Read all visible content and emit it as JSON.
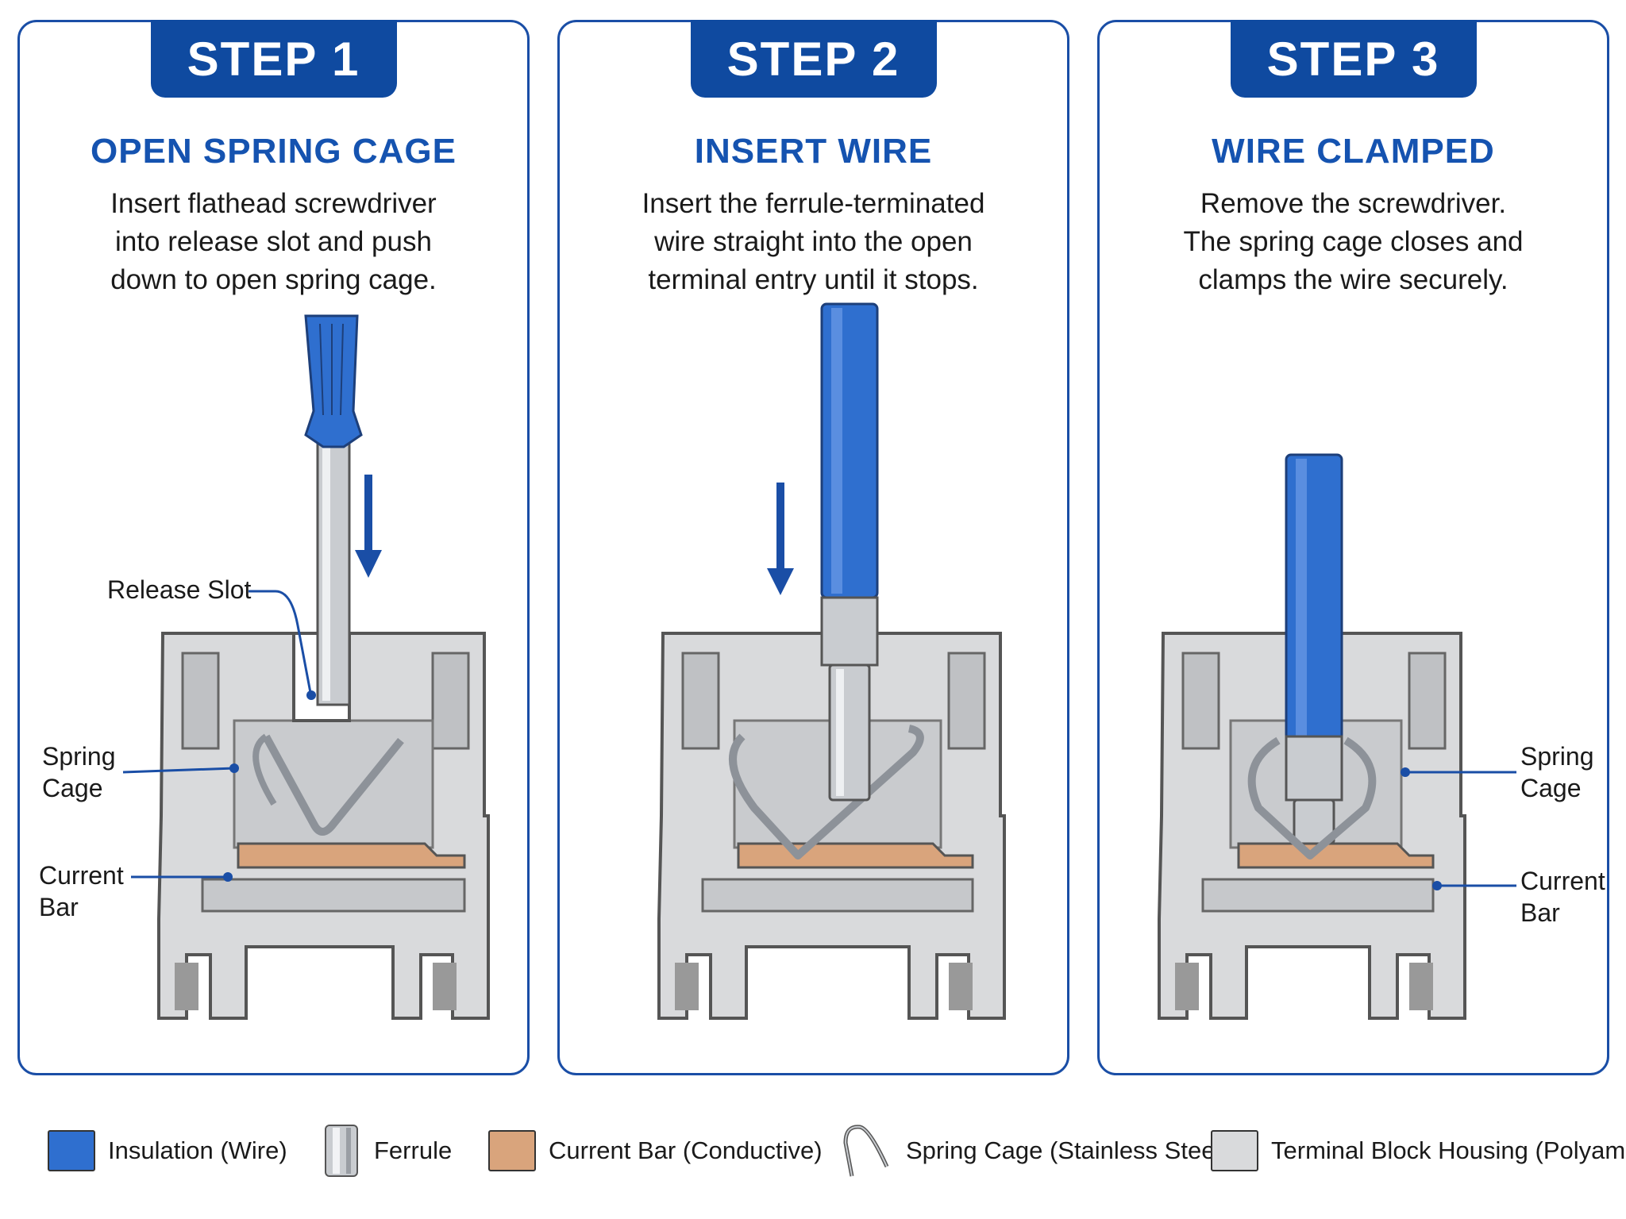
{
  "steps": [
    {
      "tab": "STEP 1",
      "title": "OPEN SPRING CAGE",
      "desc": [
        "Insert flathead screwdriver",
        "into release slot and push",
        "down to open spring cage."
      ],
      "callouts": {
        "release_slot": "Release Slot",
        "spring_cage": [
          "Spring",
          "Cage"
        ],
        "current_bar": [
          "Current",
          "Bar"
        ]
      }
    },
    {
      "tab": "STEP 2",
      "title": "INSERT WIRE",
      "desc": [
        "Insert the ferrule-terminated",
        "wire straight into the open",
        "terminal entry until it stops."
      ]
    },
    {
      "tab": "STEP 3",
      "title": "WIRE CLAMPED",
      "desc": [
        "Remove the screwdriver.",
        "The spring cage closes and",
        "clamps the wire securely."
      ],
      "callouts": {
        "spring_cage": [
          "Spring",
          "Cage"
        ],
        "current_bar": [
          "Current",
          "Bar"
        ]
      }
    }
  ],
  "legend": [
    {
      "label": "Insulation (Wire)",
      "icon": "insulation-swatch"
    },
    {
      "label": "Ferrule",
      "icon": "ferrule-icon"
    },
    {
      "label": "Current Bar (Conductive)",
      "icon": "current-bar-swatch"
    },
    {
      "label": "Spring Cage (Stainless Steel)",
      "icon": "spring-cage-icon"
    },
    {
      "label": "Terminal Block Housing (Polyamide)",
      "icon": "housing-swatch"
    }
  ],
  "colors": {
    "frame": "#1a4ea6",
    "tab": "#0f4aa0",
    "insulation": "#2f6fcf",
    "ferrule": "#c9ccd0",
    "current_bar": "#d9a47c",
    "housing": "#d9dadc",
    "spring": "#b8bcc2"
  }
}
